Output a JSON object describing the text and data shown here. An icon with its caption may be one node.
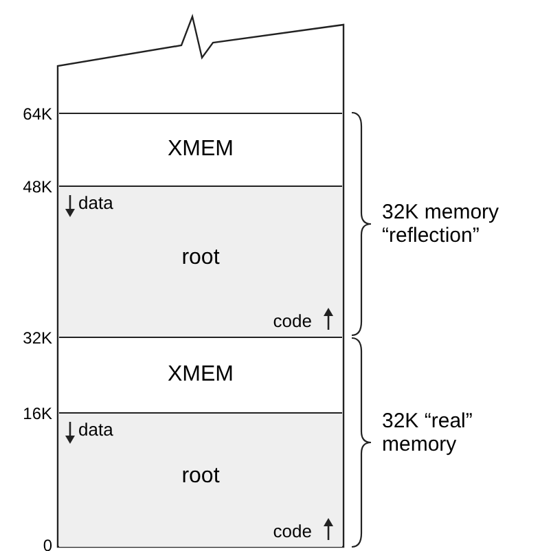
{
  "diagram": {
    "nodes": [
      {
        "text": [
          "XMEM"
        ]
      },
      {
        "text": [
          "data",
          "root",
          "code"
        ]
      },
      {
        "text": [
          "XMEM"
        ]
      },
      {
        "text": [
          "data",
          "root",
          "code"
        ]
      }
    ],
    "labels": [
      "64K",
      "48K",
      "32K",
      "16K",
      "0",
      "32K memory “reflection”",
      "32K “real” memory"
    ]
  }
}
